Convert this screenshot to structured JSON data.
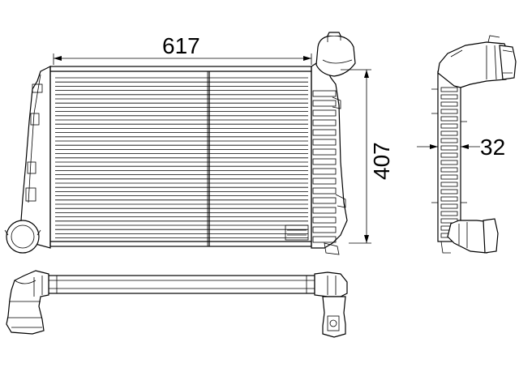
{
  "dimensions": {
    "width": "617",
    "height": "407",
    "depth": "32"
  }
}
